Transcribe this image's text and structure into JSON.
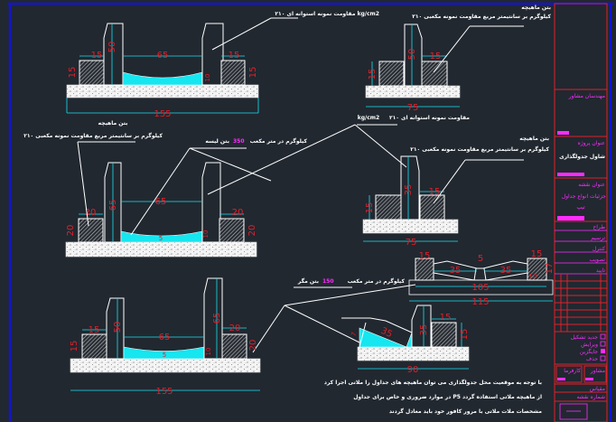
{
  "colors": {
    "background": "#212830",
    "frame": "#1414d0",
    "dimension_text": "#e0202a",
    "dimension_line": "#19e0f0",
    "title_block": "#e0202a",
    "title_text": "#ff2cff"
  },
  "notes": {
    "cube_strength": "۲۱۰ کیلوگرم بر سانتیمتر مربع مقاومت نمونه مکعبی",
    "cube_strength_label": "بتن ماهیچه",
    "cyl_strength": "مقاومت نمونه استوانه ای ۲۱۰ kg/cm2",
    "cyl_strength_top": "مقاومت نمونه استوانه ای ۲۱۰",
    "cyl_unit": "kg/cm2",
    "lean_concrete_350": "کیلوگرم در متر مکعب",
    "lean_350_value": "350",
    "lean_350_label": "بتن لیسه",
    "blinding_150": "کیلوگرم در متر مکعب",
    "blinding_150_value": "150",
    "blinding_150_label": "بتن مگر",
    "footnote_1": "با توجه به موقعیت محل جدولگذاری می توان ماهیچه های جداول را ملاتی اجرا کرد",
    "footnote_2": "در موارد ضروری و خاص برای جداول P5 از ماهیچه ملاتی استفاده گردد",
    "footnote_3": "مشخصات ملات ملاتی با مرور کافور خود باید معادل گردند"
  },
  "sections": {
    "s1": {
      "block_w": "15",
      "curb_h": "50",
      "channel_w": "65",
      "block_w_r": "15",
      "block_h_l": "15",
      "block_h_r": "15",
      "channel_depth": "10",
      "total": "155"
    },
    "s2": {
      "curb_h": "50",
      "block_w": "15",
      "block_h": "15",
      "total": "75"
    },
    "s3": {
      "block_w": "20",
      "curb_h": "65",
      "channel_w": "65",
      "block_w_r": "20",
      "block_h_l": "20",
      "block_h_r": "20",
      "channel_depth": "10",
      "slope": "5"
    },
    "s4": {
      "curb_h": "35",
      "block_w": "15",
      "block_h": "15",
      "total": "75"
    },
    "s5": {
      "block_w_l": "15",
      "gap": "5",
      "width_l": "35",
      "width_r": "35",
      "block_w_r": "15",
      "depth": "10",
      "height": "17",
      "inner": "105",
      "total": "115"
    },
    "s6": {
      "block_w": "15",
      "curb_h_l": "50",
      "channel_w": "65",
      "curb_h_r": "65",
      "block_w_r": "20",
      "block_h_l": "15",
      "block_h_r": "20",
      "channel_depth": "10",
      "slope": "5",
      "total": "155"
    },
    "s7": {
      "curb_h": "35",
      "block_w": "15",
      "block_h": "15",
      "slope_w": "35",
      "slope_h": "7",
      "total": "90"
    }
  },
  "title_block": {
    "consultant_label": "مهندسان مشاور",
    "project_label": "عنوان پروژه",
    "project_title": "شاول جدولگذاری",
    "drawing_label": "عنوان نقشه",
    "drawing_title": "جزئیات انواع جداول",
    "drawing_sub": "تیپ",
    "rows": [
      "طراح",
      "ترسیم",
      "کنترل",
      "تصویب",
      "تایید"
    ],
    "checks": [
      "جدید تشکیل",
      "ویرایش",
      "جایگزین",
      "حذف"
    ],
    "sign_l": "کارفرما",
    "sign_r": "مشاور",
    "scale_label": "مقیاس",
    "sheet_label": "شماره نقشه"
  }
}
